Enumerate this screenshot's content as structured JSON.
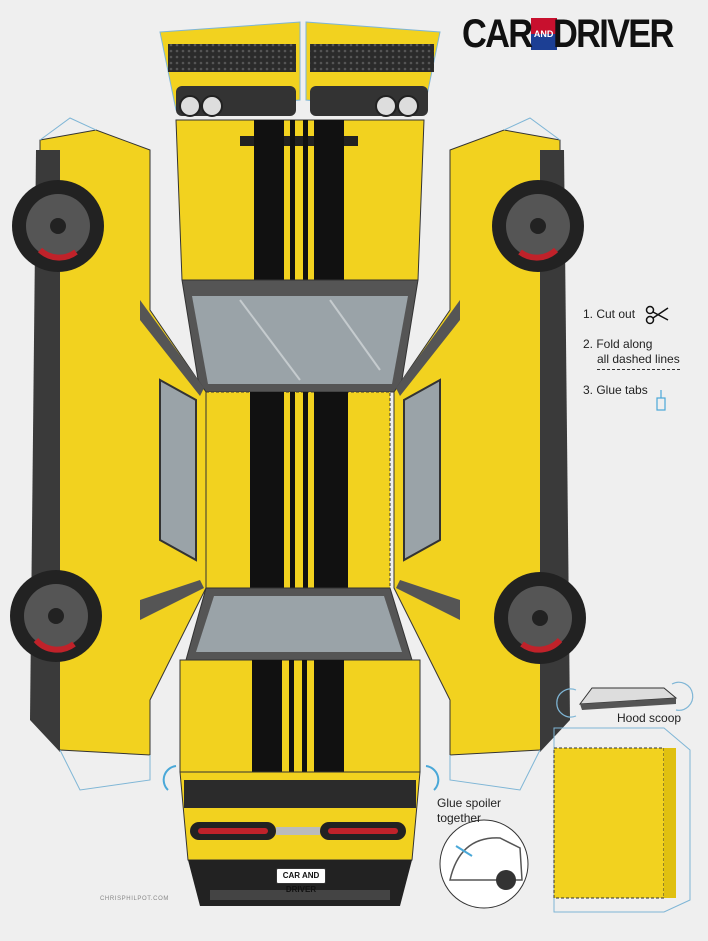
{
  "logo": {
    "part1": "CAR",
    "part2": "AND",
    "part3": "DRIVER"
  },
  "instructions": {
    "step1": "1. Cut out",
    "step2_line1": "2. Fold along",
    "step2_line2": "all dashed lines",
    "step3": "3. Glue tabs"
  },
  "labels": {
    "hood_scoop": "Hood scoop",
    "glue_spoiler_line1": "Glue spoiler",
    "glue_spoiler_line2": "together"
  },
  "rear_badge": "CAR AND DRIVER",
  "credit": "CHRISPHILPOT.COM",
  "colors": {
    "body_yellow": "#f2d21f",
    "body_shade": "#e0c010",
    "stripe_black": "#111111",
    "glass": "#9aa3a8",
    "fold_line_blue": "#7fb6d6",
    "tail_red": "#c0222a",
    "logo_red": "#c8102e",
    "logo_blue": "#1c3f94"
  },
  "icons": [
    "scissors-icon",
    "glue-bottle-icon",
    "rotate-arrow-icon",
    "wheel-icon"
  ]
}
